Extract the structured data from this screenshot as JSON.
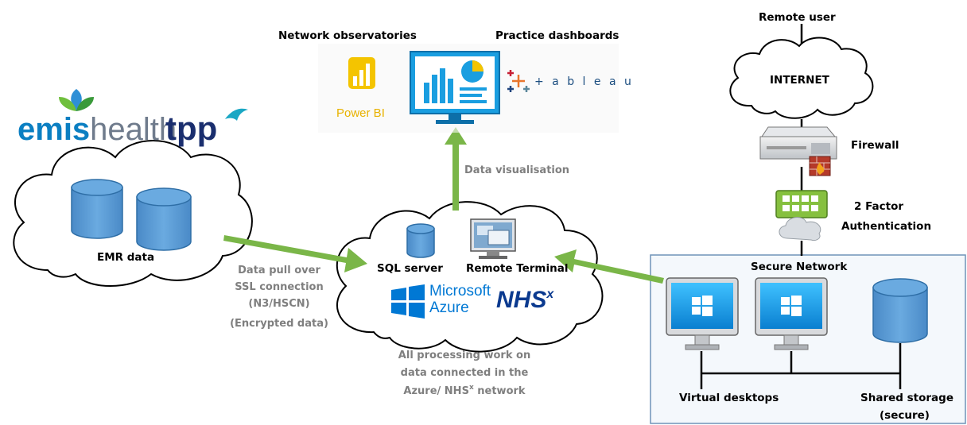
{
  "labels": {
    "network_observatories": "Network observatories",
    "practice_dashboards": "Practice dashboards",
    "remote_user": "Remote user",
    "internet": "INTERNET",
    "firewall": "Firewall",
    "two_factor_line1": "2 Factor",
    "two_factor_line2": "Authentication",
    "secure_network": "Secure Network",
    "virtual_desktops": "Virtual desktops",
    "shared_storage_line1": "Shared storage",
    "shared_storage_line2": "(secure)",
    "emr_data": "EMR data",
    "sql_server": "SQL server",
    "remote_terminal": "Remote Terminal",
    "data_visualisation": "Data visualisation",
    "data_pull_lines": [
      "Data pull over",
      "SSL connection",
      "(N3/HSCN)",
      "(Encrypted data)"
    ],
    "processing_line1": "All processing work on",
    "processing_line2": "data connected in the",
    "processing_line3_prefix": "Azure/ NHS",
    "processing_line3_sup": "x",
    "processing_line3_suffix": " network"
  },
  "logos": {
    "emis_part1": "emis",
    "emis_part2": "health",
    "tpp": "tpp",
    "power_bi": "Power BI",
    "tableau": "+ a b l e a u",
    "microsoft": "Microsoft",
    "azure": "Azure",
    "nhs": "NHS",
    "nhs_sup": "x"
  },
  "colors": {
    "arrow_green": "#7ab648",
    "db_blue": "#5b9bd5",
    "db_stroke": "#2e6ea6",
    "secure_fill": "#f4f8fc",
    "secure_border": "#6f93b8",
    "label_grey": "#7f7f7f",
    "screen_blue": "#1aa0e8"
  },
  "icons": {
    "cloud": "cloud-icon",
    "database": "database-icon",
    "monitor": "monitor-icon",
    "windows": "windows-logo-icon",
    "server": "server-icon",
    "firewall": "firewall-icon",
    "two_factor": "two-factor-icon",
    "dashboard": "dashboard-icon",
    "power_bi": "power-bi-icon"
  }
}
